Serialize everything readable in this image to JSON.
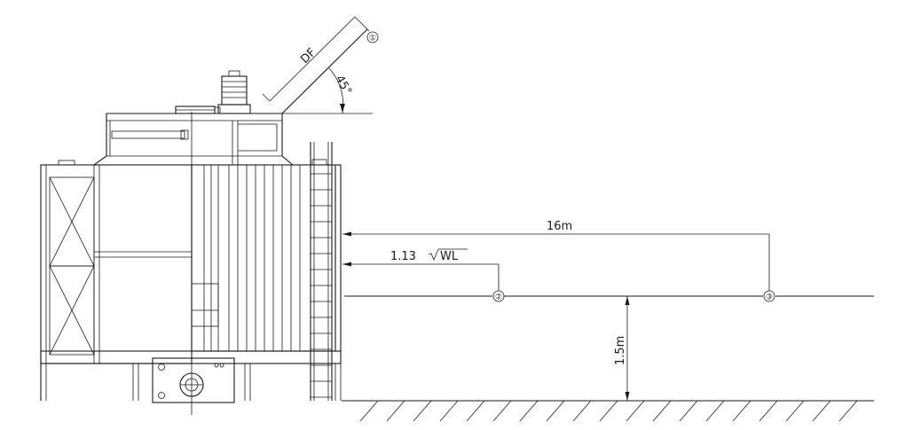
{
  "labels": {
    "duct_label": "DF",
    "angle_label": "45°",
    "distance_total": "16m",
    "distance_formula_coef": "1.13",
    "distance_formula_var": "WL",
    "height_label": "1.5m"
  },
  "points": {
    "p1": "①",
    "p2": "②",
    "p3": "③"
  }
}
